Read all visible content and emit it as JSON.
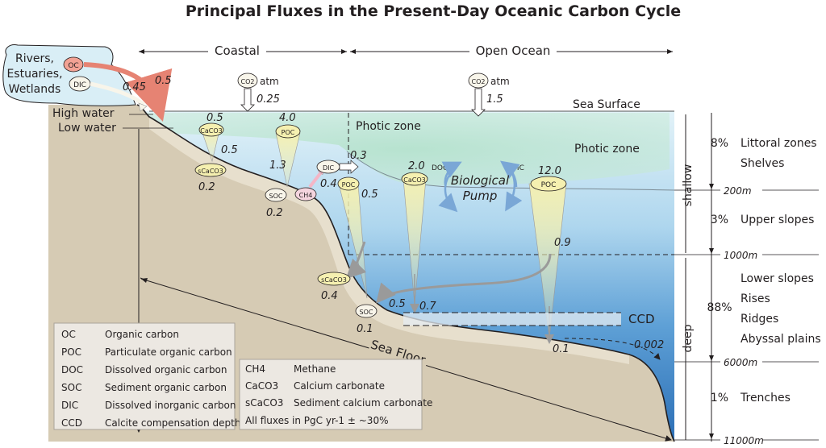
{
  "title": "Principal Fluxes in the Present-Day Oceanic Carbon Cycle",
  "regions": {
    "coastal": "Coastal",
    "open_ocean": "Open Ocean"
  },
  "rivers": {
    "label_line1": "Rivers,",
    "label_line2": "Estuaries,",
    "label_line3": "Wetlands",
    "oc": "OC",
    "dic": "DIC",
    "dic_flux": "0.45",
    "oc_flux": "0.5"
  },
  "tide": {
    "high": "High water",
    "low": "Low water"
  },
  "atm_coastal": {
    "co2": "CO2",
    "atm": "atm",
    "flux": "0.25"
  },
  "atm_open": {
    "co2": "CO2",
    "atm": "atm",
    "flux": "1.5"
  },
  "sea_surface": "Sea Surface",
  "photic_zone_coastal": "Photic zone",
  "photic_zone_open": "Photic zone",
  "coastal_fluxes": {
    "caco3_top": "0.5",
    "caco3": "CaCO3",
    "caco3_to_sed": "0.5",
    "scaco3": "sCaCO3",
    "scaco3_burial": "0.2",
    "poc_top": "4.0",
    "poc": "POC",
    "poc_to_soc": "1.3",
    "soc": "SOC",
    "soc_burial": "0.2",
    "ch4": "CH4",
    "ch4_flux": "0.4",
    "dic": "DIC",
    "dic_flux": "0.3"
  },
  "slope_fluxes": {
    "poc": "POC",
    "poc_flux": "0.5",
    "scaco3": "sCaCO3",
    "scaco3_flux": "0.4",
    "soc": "SOC",
    "soc_flux": "0.1",
    "to_soc": "0.5",
    "caco3_deep": "0.7"
  },
  "open_fluxes": {
    "caco3_top": "2.0",
    "caco3": "CaCO3",
    "doc": "DOC",
    "dic": "DIC",
    "bio_pump_line1": "Biological",
    "bio_pump_line2": "Pump",
    "poc_top": "12.0",
    "poc": "POC",
    "poc_mid": "0.9",
    "poc_floor": "0.1",
    "deep_flux": "0.002"
  },
  "ccd": "CCD",
  "sea_floor": "Sea Floor",
  "depth_markers": [
    "200m",
    "1000m",
    "6000m",
    "11000m"
  ],
  "depth_bands": {
    "shallow": "shallow",
    "deep": "deep"
  },
  "zones": [
    {
      "percent": "8%",
      "names": [
        "Littoral zones",
        "Shelves"
      ]
    },
    {
      "percent": "3%",
      "names": [
        "Upper slopes"
      ]
    },
    {
      "percent": "88%",
      "names": [
        "Lower slopes",
        "Rises",
        "Ridges",
        "Abyssal plains"
      ]
    },
    {
      "percent": "1%",
      "names": [
        "Trenches"
      ]
    }
  ],
  "legend1": [
    {
      "abbr": "OC",
      "desc": "Organic carbon"
    },
    {
      "abbr": "POC",
      "desc": "Particulate organic carbon"
    },
    {
      "abbr": "DOC",
      "desc": "Dissolved organic carbon"
    },
    {
      "abbr": "SOC",
      "desc": "Sediment organic carbon"
    },
    {
      "abbr": "DIC",
      "desc": "Dissolved inorganic carbon"
    },
    {
      "abbr": "CCD",
      "desc": "Calcite compensation depth"
    }
  ],
  "legend2": [
    {
      "abbr": "CH4",
      "desc": "Methane"
    },
    {
      "abbr": "CaCO3",
      "desc": "Calcium carbonate"
    },
    {
      "abbr": "sCaCO3",
      "desc": "Sediment calcium carbonate"
    }
  ],
  "legend2_note": "All fluxes in PgC yr-1 ± ~30%",
  "colors": {
    "ocean_top": "#dbeef8",
    "ocean_deep": "#3f86c8",
    "photic": "#a7dcc6",
    "sediment": "#d8ccb6",
    "land": "#d6cbb4",
    "river_box": "#d9eef6",
    "arrow_red": "#e68373",
    "bubble_yellow": "#f5f0b0",
    "bio_pump": "#7aa7d6",
    "legend_bg": "#ece8e2"
  }
}
